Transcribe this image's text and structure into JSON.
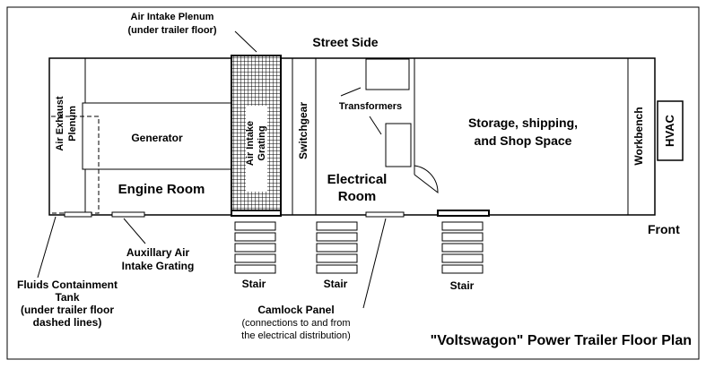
{
  "title": "\"Voltswagon\" Power Trailer Floor Plan",
  "street_side": "Street Side",
  "front": "Front",
  "air_intake_plenum": [
    "Air Intake Plenum",
    "(under trailer floor)"
  ],
  "air_exhaust_plenum": [
    "Air Exhaust",
    "Plenum"
  ],
  "generator": "Generator",
  "engine_room": "Engine Room",
  "air_intake_grating": [
    "Air Intake",
    "Grating"
  ],
  "switchgear": "Switchgear",
  "transformers": "Transformers",
  "electrical_room": [
    "Electrical",
    "Room"
  ],
  "storage": [
    "Storage, shipping,",
    "and Shop Space"
  ],
  "workbench": "Workbench",
  "hvac": "HVAC",
  "auxiliary_air": [
    "Auxillary Air",
    "Intake Grating"
  ],
  "fluids_tank": [
    "Fluids Containment",
    "Tank",
    "(under trailer floor",
    "dashed lines)"
  ],
  "stairs": [
    "Stair",
    "Stair",
    "Stair"
  ],
  "camlock": [
    "Camlock Panel",
    "(connections to and from",
    "the electrical distribution)"
  ]
}
